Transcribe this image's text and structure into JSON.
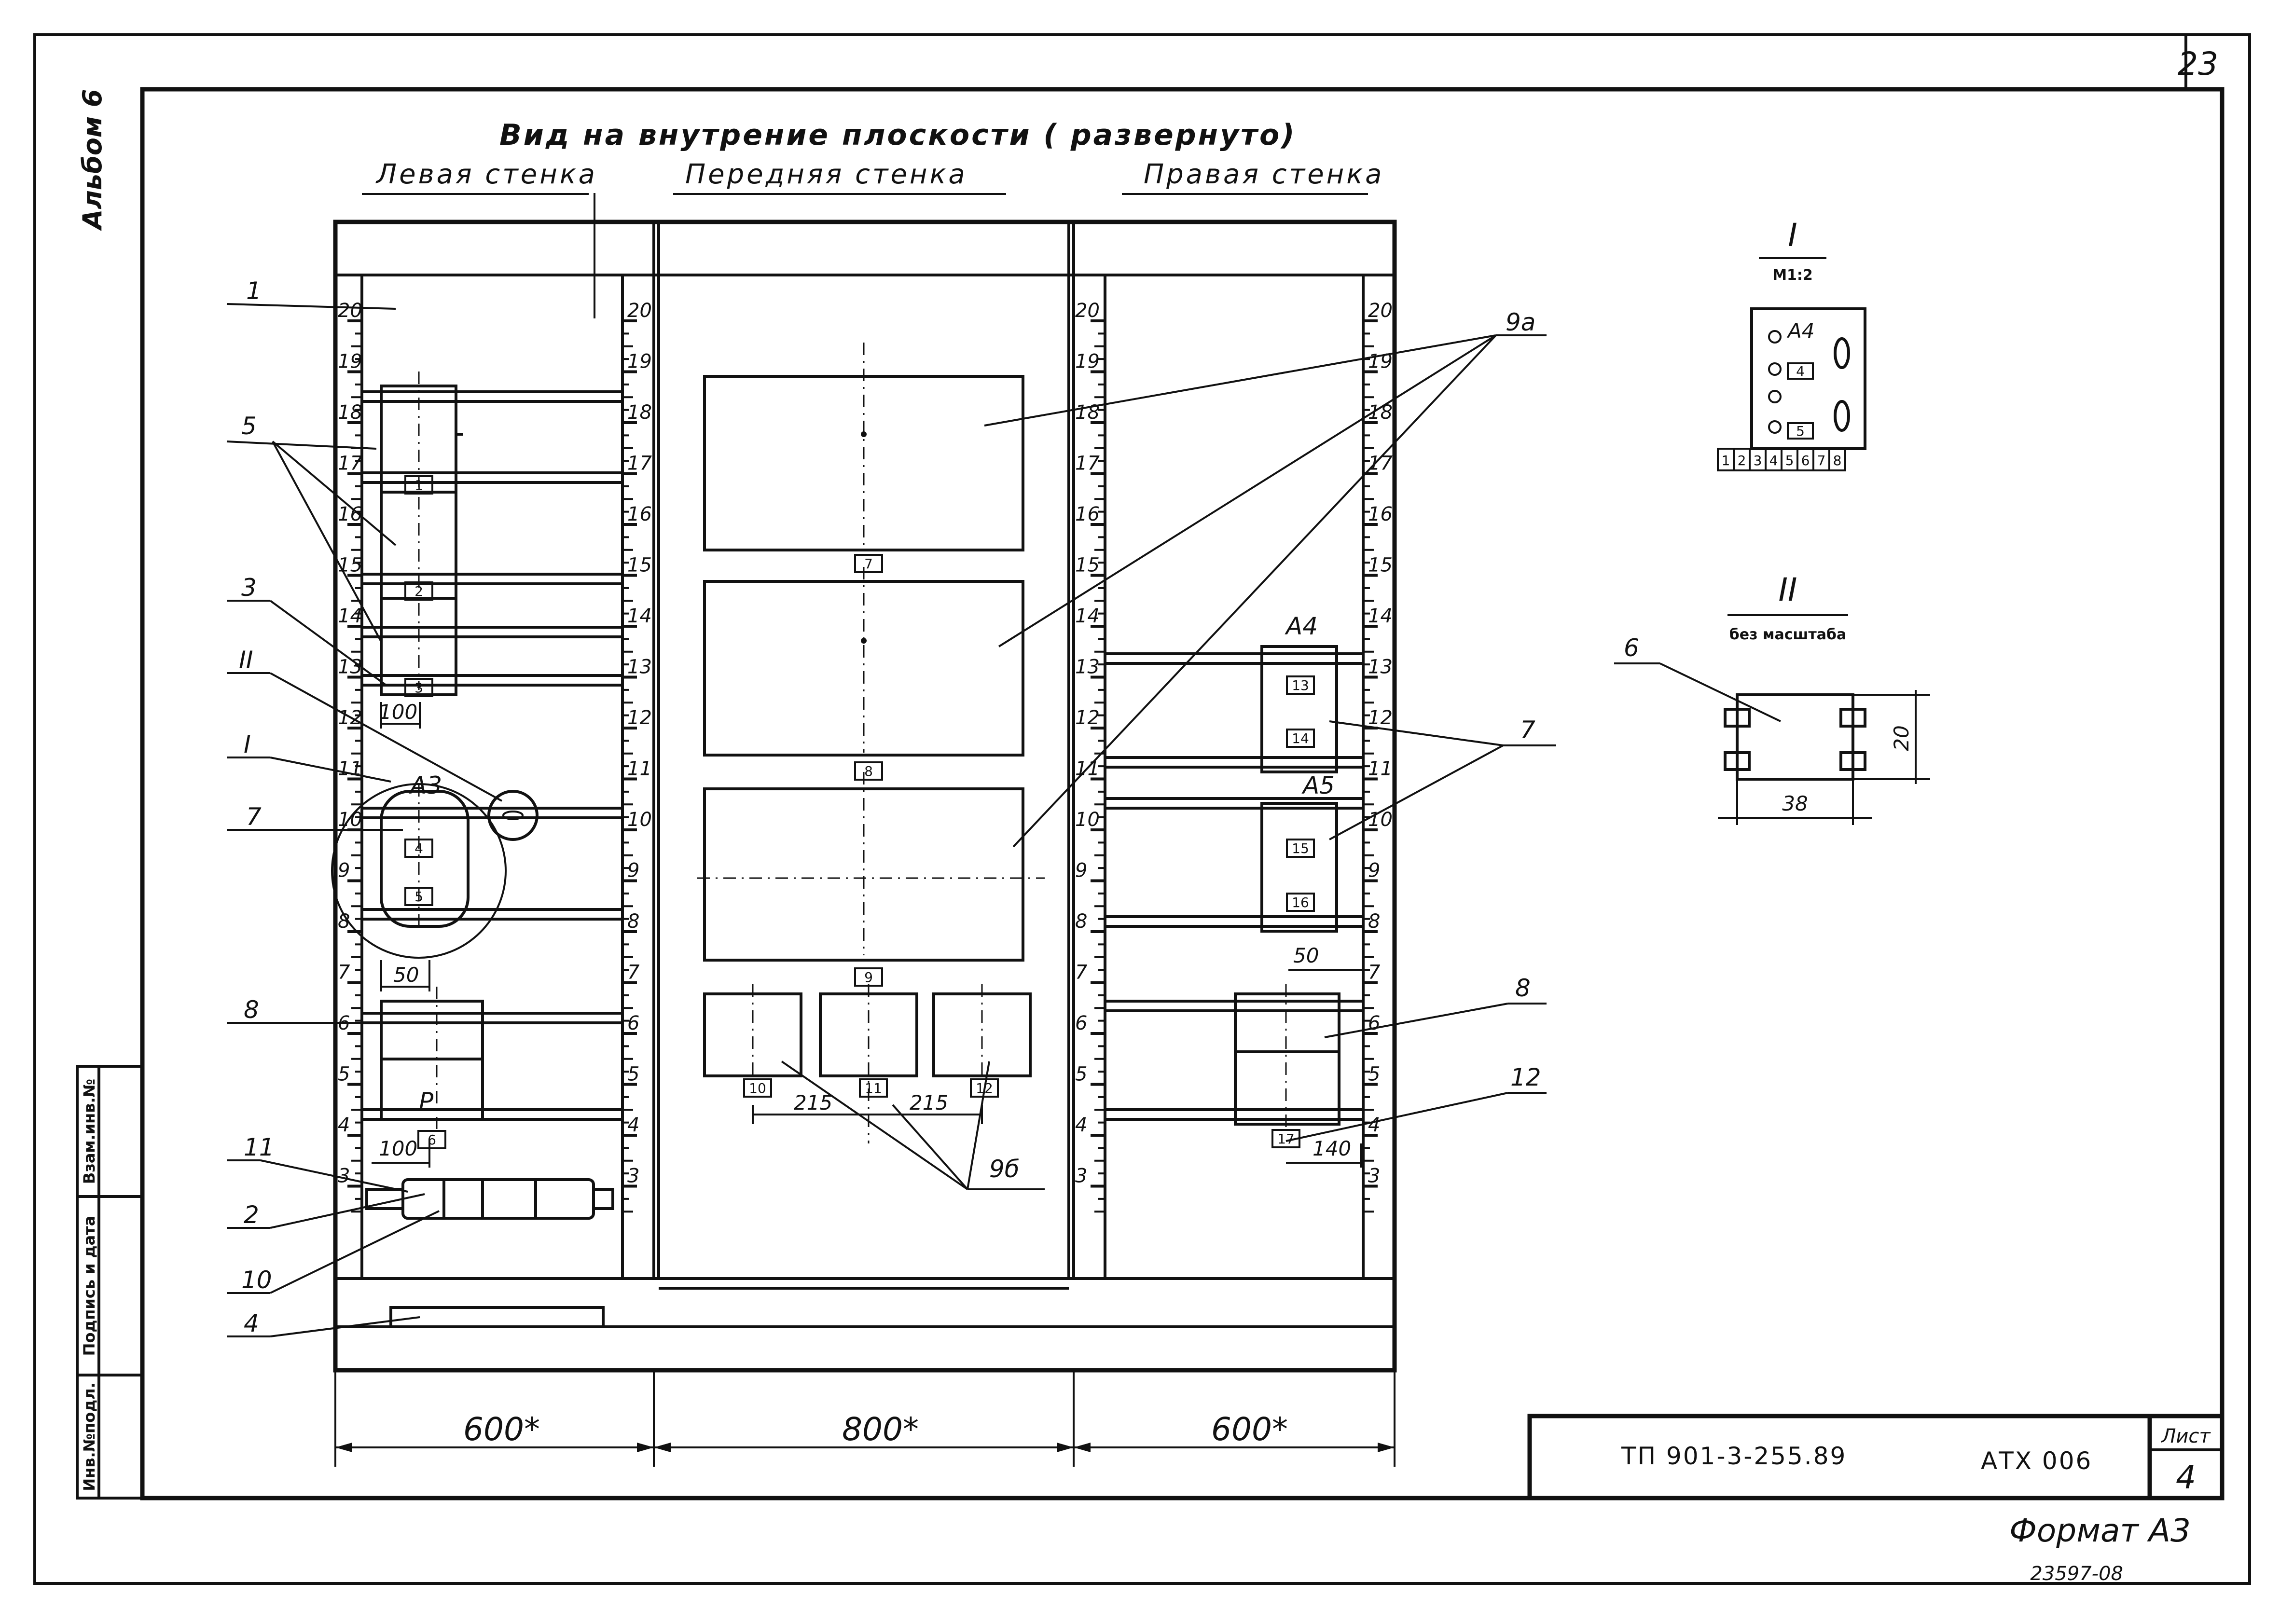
{
  "sheet": {
    "page_number": "23",
    "album": "Альбом 6",
    "main_title": "Вид на внутрение плоскости ( развернуто)",
    "walls": {
      "left": "Левая стенка",
      "front": "Передняя стенка",
      "right": "Правая стенка"
    },
    "wall_widths": {
      "left": "600*",
      "front": "800*",
      "right": "600*"
    }
  },
  "rulers": [
    20,
    19,
    18,
    17,
    16,
    15,
    14,
    13,
    12,
    11,
    10,
    9,
    8,
    7,
    6,
    5,
    4,
    3
  ],
  "callouts": {
    "c1": "1",
    "c2": "2",
    "c3": "3",
    "c4": "4",
    "c5": "5",
    "c7l": "7",
    "c8l": "8",
    "c10": "10",
    "c11": "11",
    "cI": "I",
    "cII": "II",
    "c9a": "9а",
    "c7r": "7",
    "c8r": "8",
    "c12": "12",
    "c9b": "9б"
  },
  "dimensions": {
    "d100a": "100",
    "d50a": "50",
    "d100b": "100",
    "d215a": "215",
    "d215b": "215",
    "d50b": "50",
    "d140": "140",
    "d20": "20",
    "d38": "38"
  },
  "labels": {
    "a3": "А3",
    "a4": "А4",
    "a5": "А5",
    "relay_p": "Р",
    "tags": [
      "1",
      "2",
      "3",
      "4",
      "5",
      "6",
      "7",
      "8",
      "9",
      "10",
      "11",
      "12",
      "13",
      "14",
      "15",
      "16",
      "17"
    ]
  },
  "detail_I": {
    "title": "I",
    "scale": "М1:2",
    "module_label": "А4",
    "tag_a": "4",
    "tag_b": "5",
    "terminals": [
      "1",
      "2",
      "3",
      "4",
      "5",
      "6",
      "7",
      "8"
    ]
  },
  "detail_II": {
    "title": "II",
    "scale": "без масштаба",
    "callout": "6"
  },
  "left_stamp": {
    "col1": "Инв.№подл.",
    "col2": "Подпись и дата",
    "col3": "Взам.инв.№"
  },
  "title_block": {
    "project_code": "ТП 901-3-255.89",
    "doc_code": "АТХ 006",
    "sheet_label": "Лист",
    "sheet_number": "4"
  },
  "format": "Формат А3",
  "archive_number": "23597-08"
}
